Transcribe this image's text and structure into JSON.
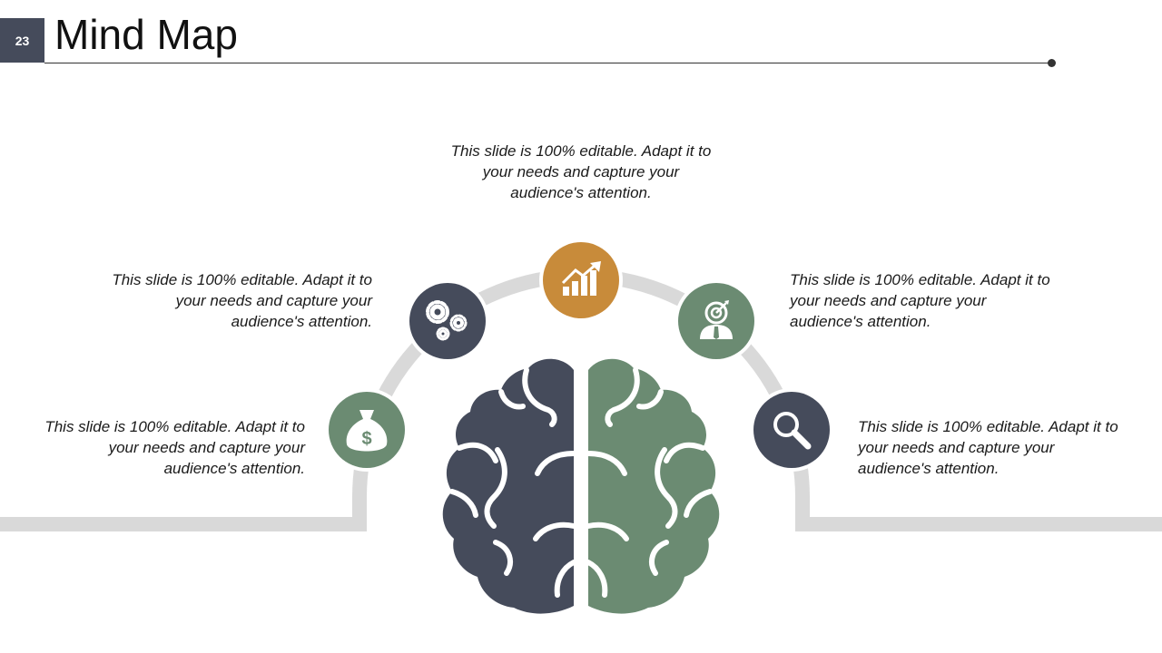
{
  "slide": {
    "number": "23",
    "title": "Mind Map"
  },
  "colors": {
    "navy": "#454b5b",
    "sage": "#6b8b72",
    "gold": "#c88b3a",
    "track": "#d9d9d9"
  },
  "nodes": [
    {
      "id": "finance",
      "icon": "money-bag-icon",
      "color": "sage",
      "text": "This slide is 100% editable. Adapt it to your needs and capture your audience's attention."
    },
    {
      "id": "settings",
      "icon": "gears-icon",
      "color": "navy",
      "text": "This slide is 100% editable. Adapt it to your needs and capture your audience's attention."
    },
    {
      "id": "growth",
      "icon": "growth-chart-icon",
      "color": "gold",
      "text": "This slide is 100% editable. Adapt it to your needs and capture your audience's attention."
    },
    {
      "id": "target",
      "icon": "businessman-target-icon",
      "color": "sage",
      "text": "This slide is 100% editable. Adapt it to your needs and capture your audience's attention."
    },
    {
      "id": "search",
      "icon": "magnifier-icon",
      "color": "navy",
      "text": "This slide is 100% editable. Adapt it to your needs and capture your audience's attention."
    }
  ],
  "brain": {
    "left_icon": "brain-left-hemisphere-icon",
    "right_icon": "brain-right-hemisphere-icon"
  }
}
